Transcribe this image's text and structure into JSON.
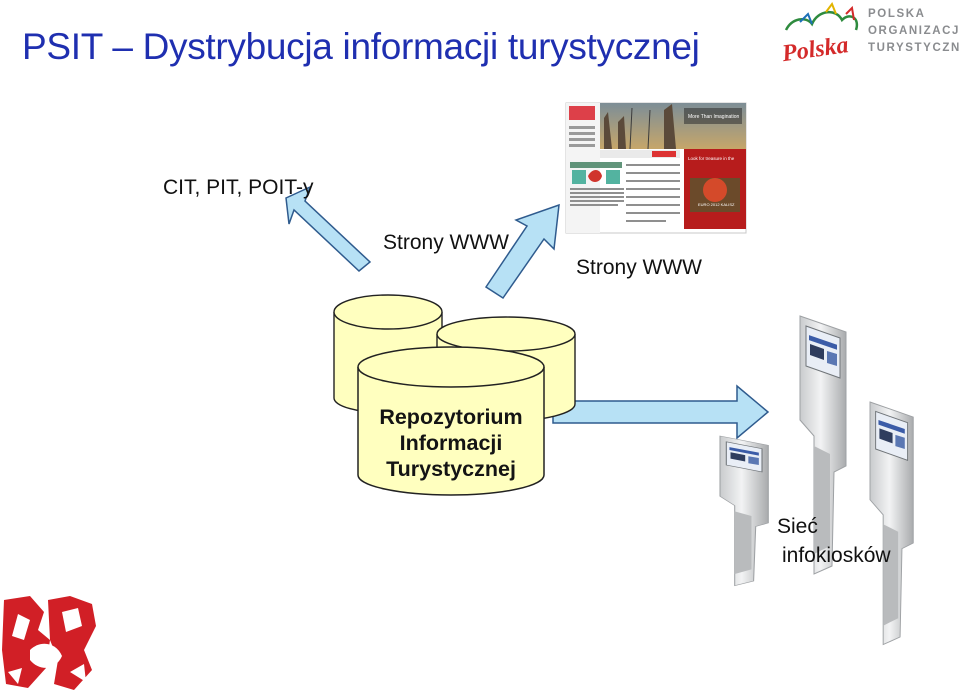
{
  "slide": {
    "title": "PSIT – Dystrybucja informacji turystycznej"
  },
  "labels": {
    "cit": "CIT, PIT, POIT-y",
    "www_left": "Strony WWW",
    "www_right": "Strony WWW",
    "network_line1": "Sieć",
    "network_line2": "infokiosków"
  },
  "repository": {
    "line1": "Repozytorium",
    "line2": "Informacji",
    "line3": "Turystycznej"
  },
  "logo": {
    "wordmark": "Polska",
    "line1": "POLSKA",
    "line2": "ORGANIZACJA",
    "line3": "TURYSTYCZNA"
  },
  "website": {
    "header_text": "More Than Imagination",
    "panel_heading": "Look for treasure in the cellars of Wielkopolska's palaces",
    "tile_caption": "EURO 2012 KALISZ"
  },
  "colors": {
    "title": "#1f2fb0",
    "arrow_fill": "#b7e1f5",
    "arrow_stroke": "#2f5b8e",
    "db_fill": "#ffffbf",
    "logo_red": "#d42a2a",
    "logo_gray": "#8a8c8f"
  }
}
